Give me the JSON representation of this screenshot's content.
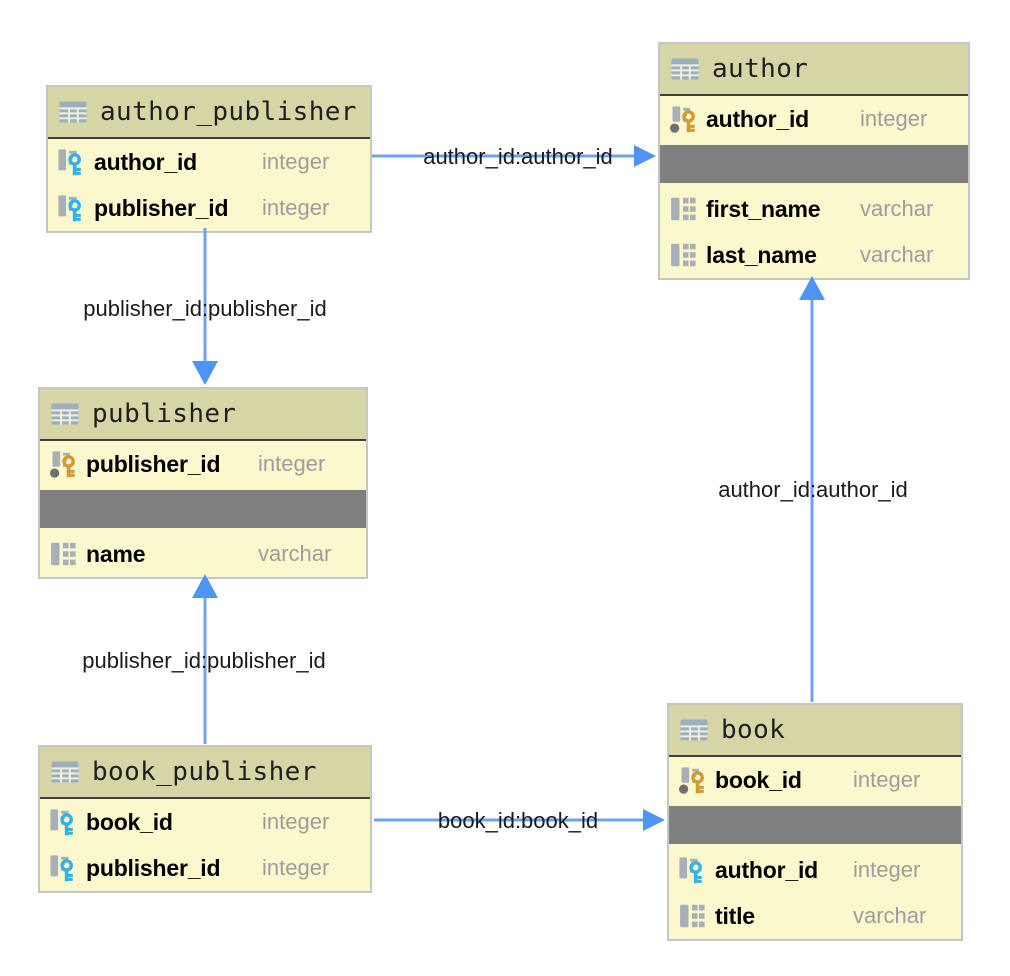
{
  "diagram": {
    "type": "database-er-diagram",
    "colors": {
      "canvas_bg": "#ffffff",
      "table_header_bg": "#d5d5a6",
      "table_body_bg": "#fcf8cd",
      "table_border": "#c6c6c6",
      "header_divider": "#3e3e3e",
      "collapsed_band_gray": "#7f7f7f",
      "relationship_blue": "#5e9af2",
      "column_type_text": "#9d9d9d",
      "primary_key_gold": "#d29a33",
      "foreign_key_blue": "#2fb3e8"
    },
    "icons": {
      "table": "table-grid-icon",
      "primary_key": "primary-key-icon",
      "foreign_key": "foreign-key-icon",
      "column": "column-icon"
    }
  },
  "tables": [
    {
      "title": "author_publisher",
      "columns": [
        {
          "name": "author_id",
          "type": "integer",
          "key": "foreign"
        },
        {
          "name": "publisher_id",
          "type": "integer",
          "key": "foreign"
        }
      ]
    },
    {
      "title": "author",
      "columns": [
        {
          "name": "author_id",
          "type": "integer",
          "key": "primary"
        },
        {
          "name": "first_name",
          "type": "varchar",
          "key": "none"
        },
        {
          "name": "last_name",
          "type": "varchar",
          "key": "none"
        }
      ]
    },
    {
      "title": "publisher",
      "columns": [
        {
          "name": "publisher_id",
          "type": "integer",
          "key": "primary"
        },
        {
          "name": "name",
          "type": "varchar",
          "key": "none"
        }
      ]
    },
    {
      "title": "book_publisher",
      "columns": [
        {
          "name": "book_id",
          "type": "integer",
          "key": "foreign"
        },
        {
          "name": "publisher_id",
          "type": "integer",
          "key": "foreign"
        }
      ]
    },
    {
      "title": "book",
      "columns": [
        {
          "name": "book_id",
          "type": "integer",
          "key": "primary"
        },
        {
          "name": "author_id",
          "type": "integer",
          "key": "foreign"
        },
        {
          "name": "title",
          "type": "varchar",
          "key": "none"
        }
      ]
    }
  ],
  "relationships": [
    {
      "label": "author_id:author_id",
      "from": "author_publisher",
      "to": "author"
    },
    {
      "label": "publisher_id:publisher_id",
      "from": "author_publisher",
      "to": "publisher"
    },
    {
      "label": "publisher_id:publisher_id",
      "from": "book_publisher",
      "to": "publisher"
    },
    {
      "label": "book_id:book_id",
      "from": "book_publisher",
      "to": "book"
    },
    {
      "label": "author_id:author_id",
      "from": "book",
      "to": "author"
    }
  ]
}
